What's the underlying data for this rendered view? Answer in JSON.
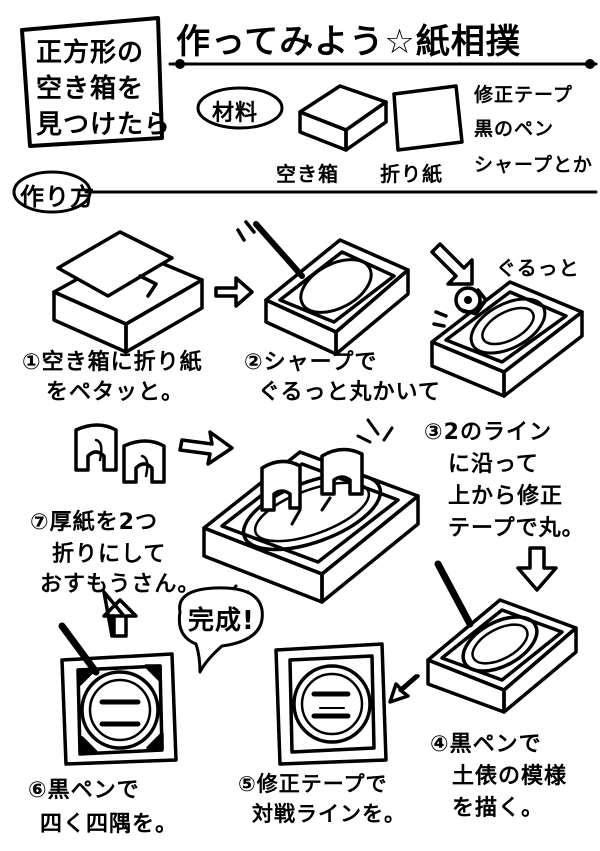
{
  "intro": {
    "line1": "正方形の",
    "line2": "空き箱を",
    "line3": "見つけたら"
  },
  "title": "作ってみよう☆紙相撲",
  "materials": {
    "label": "材料",
    "items": [
      "空き箱",
      "折り紙",
      "修正テープ",
      "黒のペン",
      "シャープとか"
    ]
  },
  "howto_label": "作り方",
  "steps": {
    "s1": {
      "num": "①",
      "line1": "空き箱に折り紙",
      "line2": "をペタッと。"
    },
    "s2": {
      "num": "②",
      "line1": "シャープで",
      "line2": "ぐるっと丸かいて"
    },
    "s2_sfx": "ぐるっと",
    "s3": {
      "num": "③",
      "line1": "2のライン",
      "line2": "に沿って",
      "line3": "上から修正",
      "line4": "テープで丸。"
    },
    "s4": {
      "num": "④",
      "line1": "黒ペンで",
      "line2": "土俵の模様",
      "line3": "を描く。"
    },
    "s5": {
      "num": "⑤",
      "line1": "修正テープで",
      "line2": "対戦ラインを。"
    },
    "s6": {
      "num": "⑥",
      "line1": "黒ペンで",
      "line2": "四く四隅を。"
    },
    "s7": {
      "num": "⑦",
      "line1": "厚紙を2つ",
      "line2": "折りにして",
      "line3": "おすもうさん。"
    }
  },
  "complete": "完成!"
}
